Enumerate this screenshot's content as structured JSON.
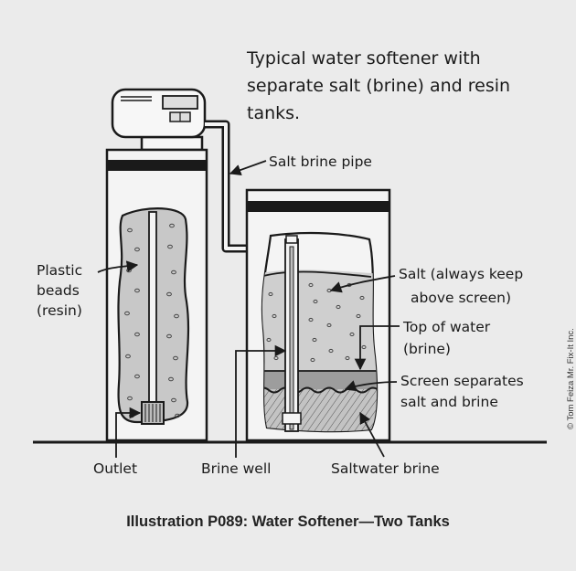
{
  "diagram": {
    "title_lines": [
      "Typical water softener with",
      "separate salt (brine) and resin",
      "tanks."
    ],
    "labels": {
      "salt_brine_pipe": "Salt brine pipe",
      "plastic_beads": [
        "Plastic",
        "beads",
        "(resin)"
      ],
      "salt": [
        "Salt (always keep",
        "above screen)"
      ],
      "top_of_water": [
        "Top of water",
        "(brine)"
      ],
      "screen": [
        "Screen separates",
        "salt and brine"
      ],
      "outlet": "Outlet",
      "brine_well": "Brine well",
      "saltwater_brine": "Saltwater brine"
    },
    "caption": "Illustration P089: Water Softener—Two Tanks",
    "credit": "© Tom Feiza Mr. Fix-It Inc."
  }
}
